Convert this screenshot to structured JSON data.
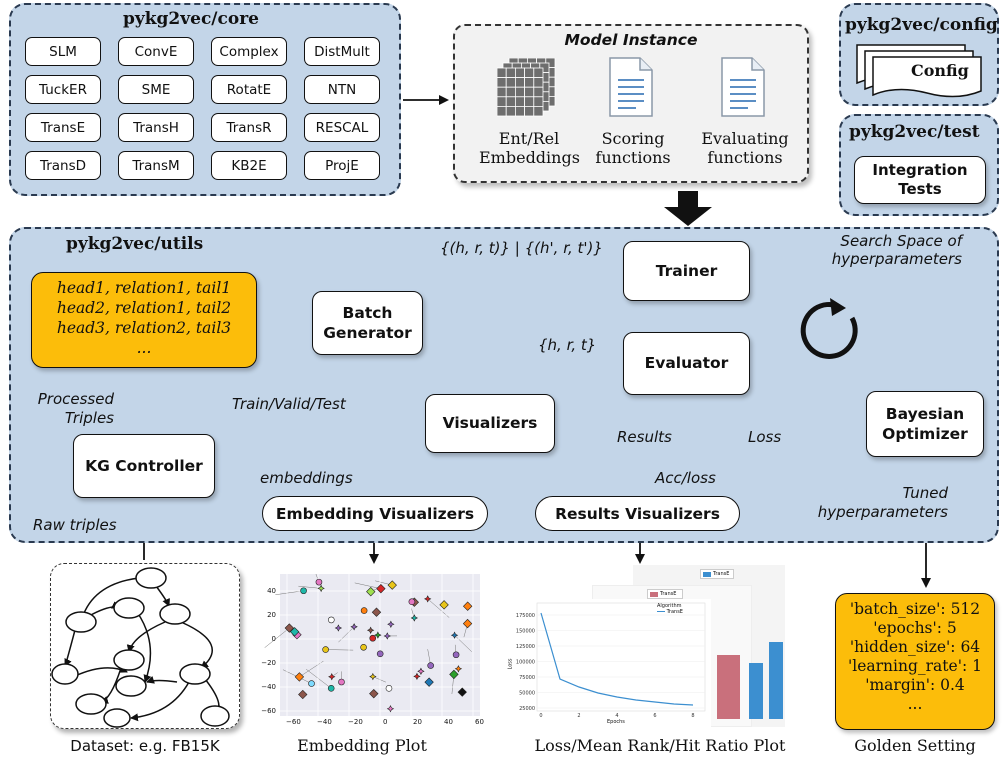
{
  "core": {
    "title": "pykg2vec/core",
    "models": [
      "SLM",
      "ConvE",
      "Complex",
      "DistMult",
      "TuckER",
      "SME",
      "RotatE",
      "NTN",
      "TransE",
      "TransH",
      "TransR",
      "RESCAL",
      "TransD",
      "TransM",
      "KB2E",
      "ProjE"
    ]
  },
  "model_instance": {
    "title": "Model Instance",
    "items": [
      "Ent/Rel\nEmbeddings",
      "Scoring\nfunctions",
      "Evaluating\nfunctions"
    ]
  },
  "config": {
    "title": "pykg2vec/config",
    "card": "Config"
  },
  "test": {
    "title": "pykg2vec/test",
    "box": "Integration\nTests"
  },
  "utils": {
    "title": "pykg2vec/utils",
    "triples": [
      "head1, relation1, tail1",
      "head2, relation1, tail2",
      "head3, relation2, tail3",
      "..."
    ],
    "batch_generator": "Batch\nGenerator",
    "trainer": "Trainer",
    "evaluator": "Evaluator",
    "visualizers": "Visualizers",
    "bayesian": "Bayesian\nOptimizer",
    "kg_controller": "KG Controller",
    "embedding_visualizers": "Embedding Visualizers",
    "results_visualizers": "Results Visualizers",
    "labels": {
      "hrt_sets": "{(h, r, t)} | {(h', r, t')}",
      "hrt": "{h, r, t}",
      "train_valid_test": "Train/Valid/Test",
      "processed": "Processed\nTriples",
      "raw": "Raw triples",
      "results": "Results",
      "loss": "Loss",
      "embeddings": "embeddings",
      "acc_loss": "Acc/loss",
      "search_space": "Search Space of\nhyperparameters",
      "tuned": "Tuned\nhyperparameters"
    }
  },
  "embedding_plot": {
    "x_ticks": [
      "−60",
      "−40",
      "−20",
      "0",
      "20",
      "40",
      "60"
    ],
    "y_ticks": [
      "40",
      "20",
      "0",
      "−20",
      "−40",
      "−60"
    ]
  },
  "results_plot": {
    "legend_main": "TransE",
    "legend_back": "TransE",
    "y_label": "Loss",
    "x_label": "Epochs",
    "legend_inner_title": "Algorithm",
    "legend_inner_item": "TransE",
    "y_ticks": [
      "175000",
      "150000",
      "125000",
      "100000",
      "75000",
      "50000",
      "25000"
    ],
    "x_ticks": [
      "0",
      "2",
      "4",
      "6",
      "8"
    ]
  },
  "golden": {
    "lines": [
      "'batch_size': 512",
      "'epochs': 5",
      "'hidden_size': 64",
      "'learning_rate': 1",
      "'margin': 0.4",
      "..."
    ]
  },
  "captions": {
    "dataset": "Dataset: e.g. FB15K",
    "embedding_plot": "Embedding Plot",
    "loss_plot": "Loss/Mean Rank/Hit Ratio Plot",
    "golden": "Golden Setting"
  },
  "colors": {
    "panel": "#c3d5e8",
    "orange": "#fcbd0a",
    "bar_pink": "#c9707c",
    "bar_blue": "#3c8fd0",
    "line_blue": "#3c8fd0"
  }
}
